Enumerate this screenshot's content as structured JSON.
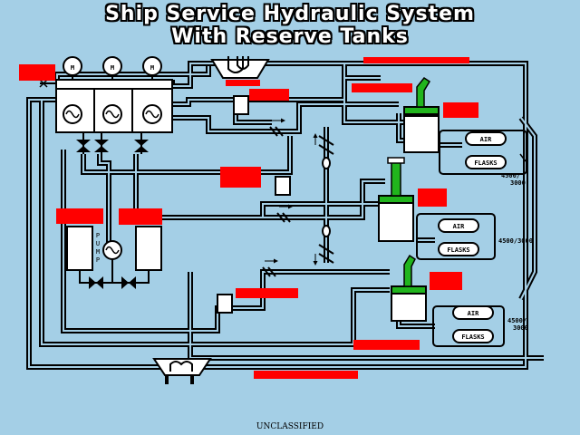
{
  "title_line1": "Ship Service Hydraulic System",
  "title_line2": "With Reserve Tanks",
  "footer": "UNCLASSIFIED",
  "motor_label": "M",
  "pump_label": [
    "P",
    "U",
    "M",
    "P"
  ],
  "air_label": "AIR",
  "flasks_label": "FLASKS",
  "pressure_top": [
    "4500/",
    "3000"
  ],
  "pressure_mid": "4500/3000",
  "pressure_bottom": [
    "4500/",
    "3000"
  ],
  "colors": {
    "background": "#a4cfe6",
    "redact": "#ff0000",
    "ram": "#21b51d",
    "line": "#000000"
  }
}
